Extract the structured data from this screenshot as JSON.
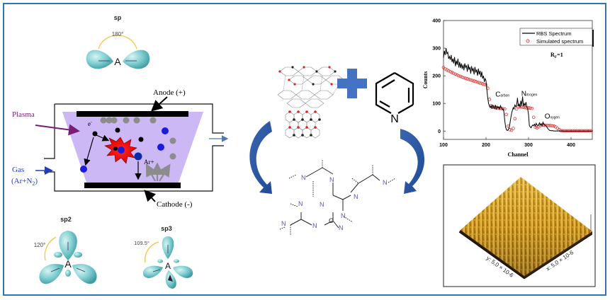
{
  "figure": {
    "colors": {
      "frame": "#2e75b6",
      "orbital": "#7fcdd0",
      "plasma": "#cbb8f5",
      "plasma_label": "#7a1c78",
      "gas_label": "#2a3bb8",
      "arrow_blue": "#2f5fa8",
      "plus": "#4472c4",
      "nitrogen": "#5a5aa8",
      "rbs_line": "#000000",
      "simulated_marker": "#e03c3c"
    }
  },
  "hybridization": {
    "sp": {
      "label": "sp",
      "angle": "180°",
      "center": "A"
    },
    "sp2": {
      "label": "sp2",
      "angle": "120°",
      "center": "A"
    },
    "sp3": {
      "label": "sp3",
      "angle": "109.5°",
      "center": "A"
    }
  },
  "plasma_chamber": {
    "plasma_label": "Plasma",
    "gas_label": "Gas",
    "gas_composition_prefix": "(Ar+N",
    "gas_composition_sub": "2",
    "gas_composition_suffix": ")",
    "anode_label": "Anode (+)",
    "cathode_label": "Cathode (-)",
    "electron_label": "e",
    "electron_sup": "-",
    "ion_label": "Ar+"
  },
  "reaction": {
    "reactant_1": "graphite / graphene layers",
    "plus": "+",
    "reactant_2": "pyridine",
    "pyridine_atom": "N",
    "product": "carbon nitride network",
    "product_atoms": {
      "N": "N",
      "C": "C"
    }
  },
  "chart_data": {
    "type": "line",
    "title": "",
    "xlabel": "Channel",
    "ylabel": "Counts",
    "xlim": [
      100,
      450
    ],
    "ylim": [
      -30,
      400
    ],
    "xticks": [
      100,
      200,
      300,
      400
    ],
    "yticks": [
      0,
      100,
      200,
      300,
      400
    ],
    "grid": false,
    "legend_position": "top-right",
    "annotation": {
      "text": "R",
      "sub": "F",
      "suffix": "=1"
    },
    "peak_labels": [
      {
        "big": "C",
        "small": "arbon",
        "x": 222,
        "y": 125
      },
      {
        "big": "N",
        "small": "itrogen",
        "x": 283,
        "y": 127
      },
      {
        "big": "O",
        "small": "xygen",
        "x": 338,
        "y": 45
      }
    ],
    "series": [
      {
        "name": "RBS Spectrum",
        "style": "line",
        "x": [
          100,
          102,
          104,
          106,
          108,
          110,
          112,
          114,
          116,
          118,
          120,
          122,
          124,
          126,
          128,
          130,
          132,
          134,
          136,
          138,
          140,
          142,
          144,
          146,
          148,
          150,
          152,
          154,
          156,
          158,
          160,
          162,
          164,
          166,
          168,
          170,
          172,
          174,
          176,
          178,
          180,
          182,
          184,
          186,
          188,
          190,
          192,
          194,
          196,
          198,
          200,
          202,
          204,
          206,
          208,
          210,
          212,
          214,
          216,
          218,
          220,
          222,
          224,
          226,
          228,
          230,
          232,
          234,
          236,
          238,
          240,
          242,
          244,
          246,
          248,
          250,
          252,
          254,
          256,
          258,
          260,
          262,
          264,
          266,
          268,
          270,
          272,
          274,
          276,
          278,
          280,
          282,
          284,
          286,
          288,
          290,
          292,
          294,
          296,
          298,
          300,
          302,
          304,
          306,
          308,
          310,
          312,
          314,
          316,
          318,
          320,
          322,
          324,
          326,
          328,
          330,
          332,
          334,
          336,
          338,
          340,
          342,
          344,
          346,
          348,
          350,
          352,
          354,
          356,
          358,
          360,
          362,
          364,
          366,
          368,
          370,
          372,
          374,
          376,
          378,
          380,
          390,
          400,
          410,
          420,
          430,
          440,
          450
        ],
        "y": [
          265,
          290,
          275,
          300,
          280,
          285,
          262,
          270,
          258,
          275,
          250,
          262,
          245,
          268,
          235,
          255,
          240,
          262,
          230,
          250,
          228,
          245,
          225,
          240,
          220,
          245,
          230,
          238,
          215,
          242,
          222,
          232,
          208,
          235,
          218,
          226,
          205,
          232,
          212,
          222,
          200,
          226,
          205,
          218,
          195,
          215,
          190,
          200,
          178,
          190,
          182,
          150,
          120,
          100,
          90,
          85,
          92,
          80,
          95,
          85,
          82,
          95,
          78,
          90,
          84,
          88,
          80,
          92,
          85,
          78,
          80,
          70,
          40,
          15,
          5,
          2,
          5,
          10,
          25,
          45,
          62,
          75,
          85,
          80,
          95,
          88,
          92,
          120,
          90,
          98,
          88,
          110,
          92,
          125,
          90,
          100,
          92,
          105,
          88,
          80,
          60,
          20,
          15,
          12,
          18,
          22,
          20,
          25,
          18,
          28,
          22,
          20,
          24,
          30,
          22,
          26,
          20,
          32,
          25,
          22,
          20,
          18,
          12,
          8,
          5,
          2,
          2,
          1,
          2,
          1,
          0,
          1,
          0,
          1,
          0,
          1,
          0,
          1,
          0,
          1,
          0,
          0,
          0,
          0,
          0,
          0,
          0,
          0
        ],
        "y_note": "approximate trace values in counts"
      },
      {
        "name": "Simulated spectrum",
        "style": "markers",
        "x": [
          100,
          104,
          108,
          112,
          116,
          120,
          124,
          128,
          132,
          136,
          140,
          144,
          148,
          152,
          156,
          160,
          164,
          168,
          172,
          176,
          180,
          184,
          188,
          192,
          196,
          200,
          204,
          208,
          212,
          216,
          220,
          224,
          228,
          232,
          236,
          240,
          244,
          248,
          252,
          256,
          260,
          264,
          268,
          272,
          276,
          280,
          284,
          288,
          292,
          296,
          300,
          304,
          308,
          312,
          316,
          320,
          324,
          328,
          332,
          336,
          340,
          344,
          348,
          352,
          356,
          360,
          364,
          368,
          372,
          376,
          380,
          384,
          388,
          392,
          396,
          400,
          404,
          408,
          412,
          416,
          420,
          424,
          428,
          432,
          436,
          440,
          444,
          448
        ],
        "y": [
          230,
          225,
          222,
          218,
          215,
          212,
          209,
          206,
          203,
          200,
          198,
          195,
          193,
          191,
          189,
          187,
          185,
          183,
          181,
          179,
          177,
          175,
          173,
          171,
          169,
          167,
          155,
          115,
          92,
          88,
          85,
          84,
          83,
          82,
          82,
          81,
          80,
          60,
          18,
          5,
          3,
          10,
          45,
          80,
          88,
          88,
          87,
          86,
          85,
          84,
          84,
          83,
          82,
          50,
          14,
          12,
          15,
          20,
          22,
          22,
          21,
          21,
          20,
          20,
          19,
          18,
          15,
          10,
          5,
          2,
          1,
          1,
          1,
          1,
          1,
          1,
          1,
          1,
          1,
          1,
          1,
          1,
          1,
          1,
          1,
          1,
          1,
          1
        ]
      }
    ]
  },
  "afm": {
    "x_axis_label": "x: 5,0 × 10-6",
    "y_axis_label": "y: 5,0 × 10-6",
    "colormap": "gold"
  }
}
